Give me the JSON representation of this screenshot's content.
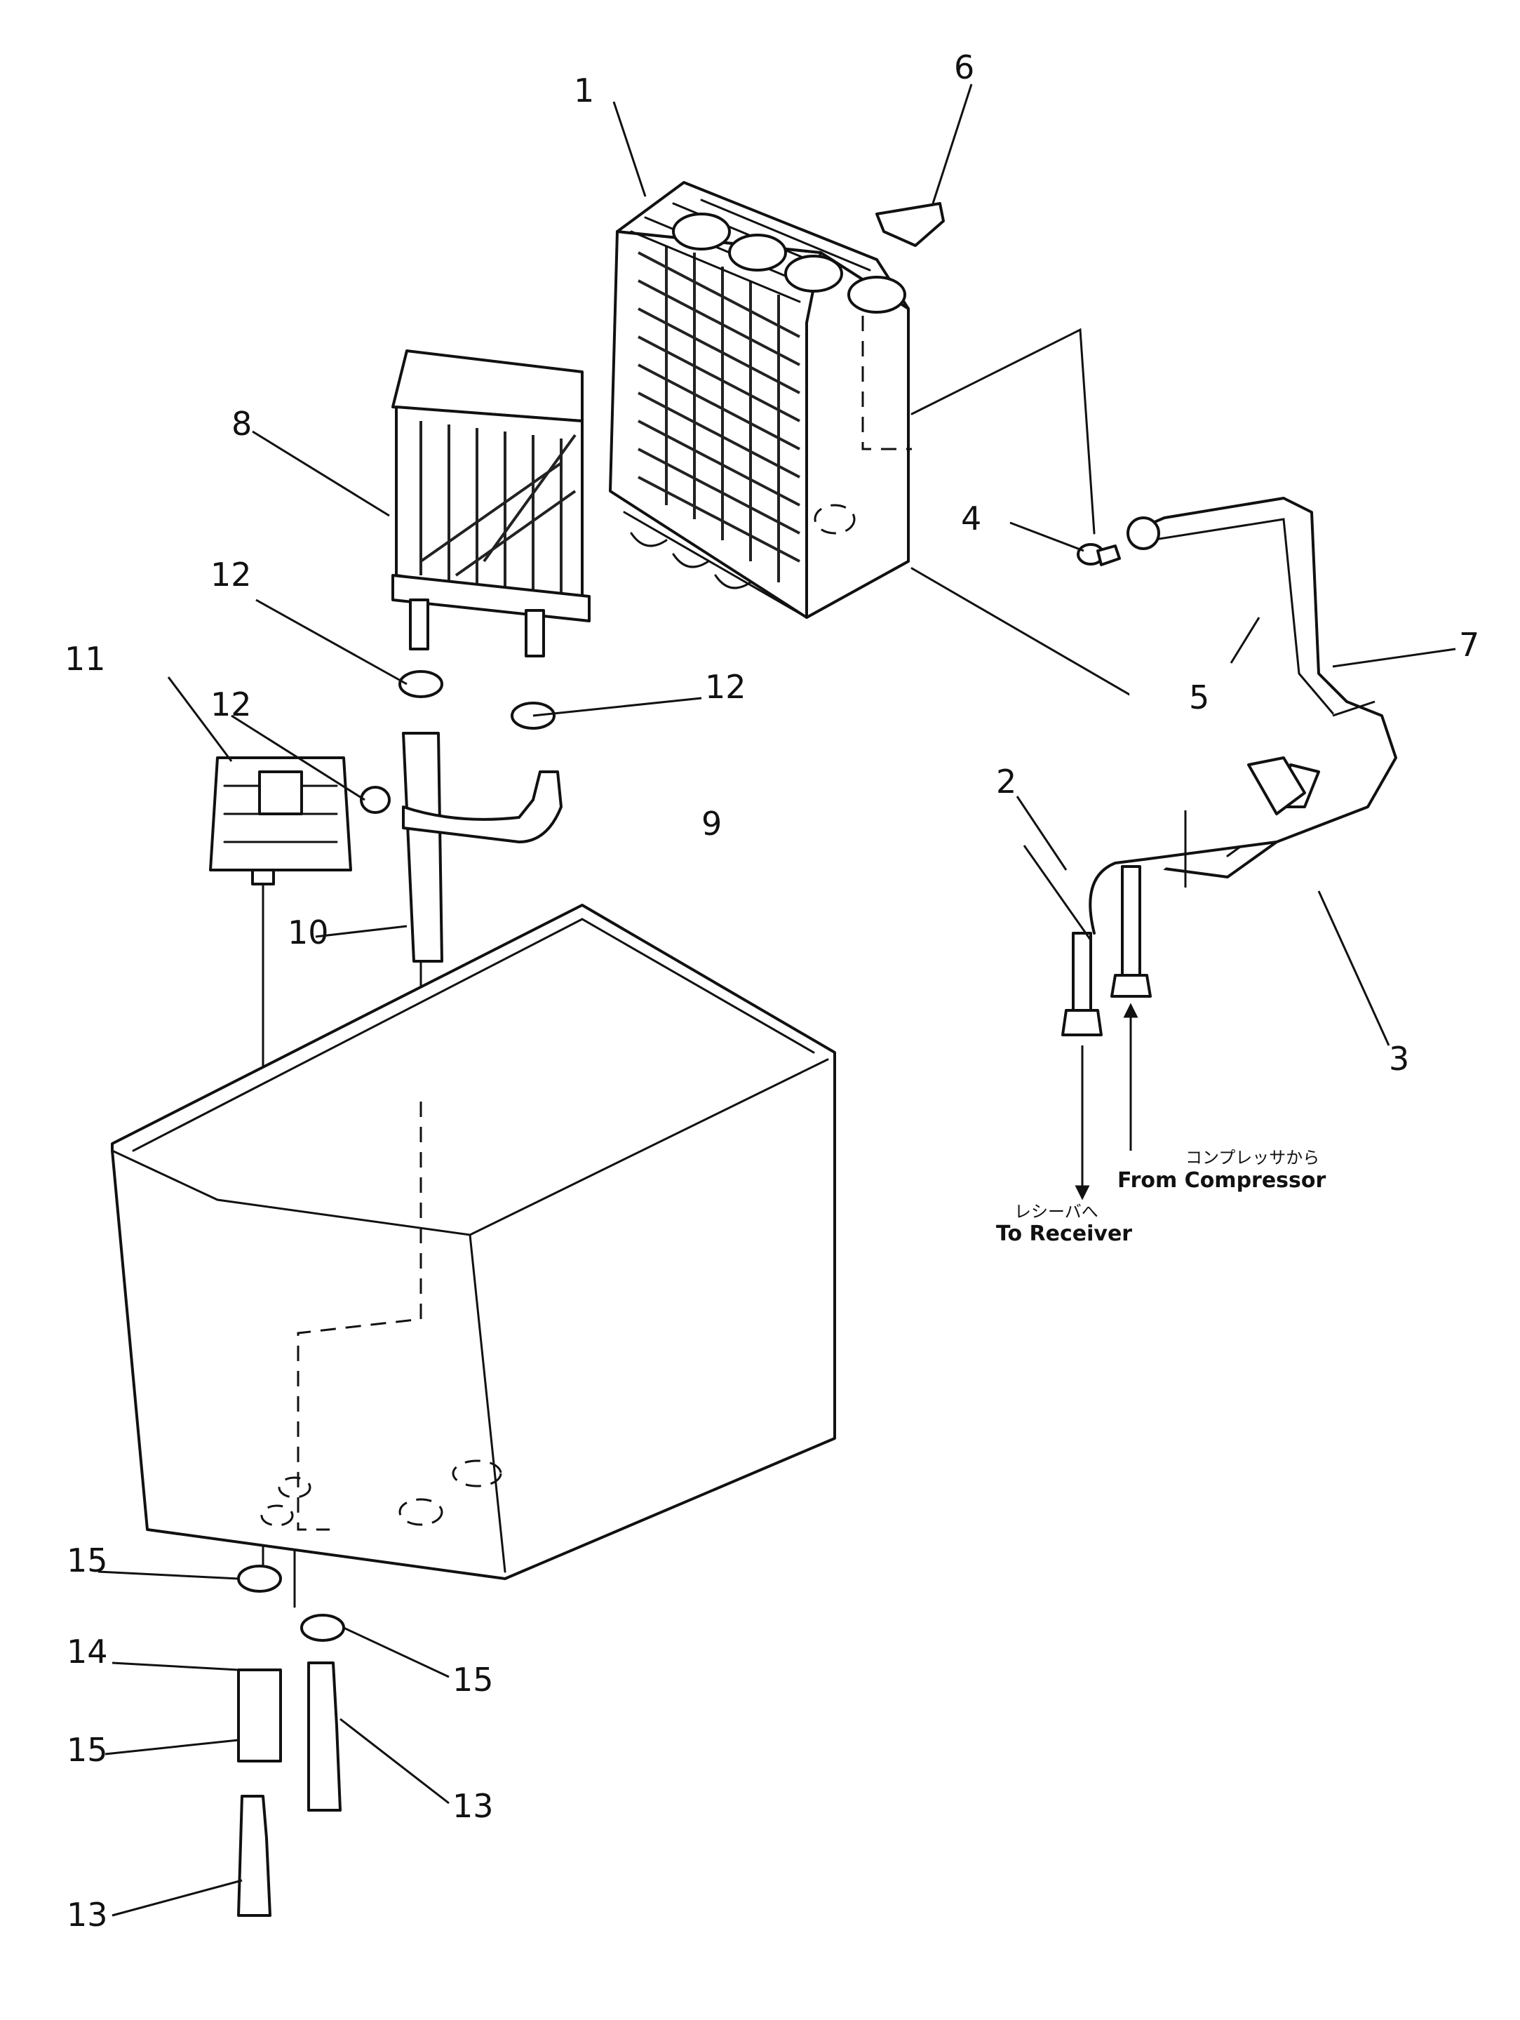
{
  "callouts": {
    "c1": "1",
    "c2": "2",
    "c3": "3",
    "c4": "4",
    "c5": "5",
    "c6": "6",
    "c7": "7",
    "c8": "8",
    "c9": "9",
    "c10": "10",
    "c11": "11",
    "c12a": "12",
    "c12b": "12",
    "c12c": "12",
    "c13a": "13",
    "c13b": "13",
    "c14": "14",
    "c15a": "15",
    "c15b": "15",
    "c15c": "15"
  },
  "flow_labels": {
    "from_compressor_jp": "コンプレッサから",
    "from_compressor_en": "From Compressor",
    "to_receiver_jp": "レシーバへ",
    "to_receiver_en": "To Receiver"
  }
}
